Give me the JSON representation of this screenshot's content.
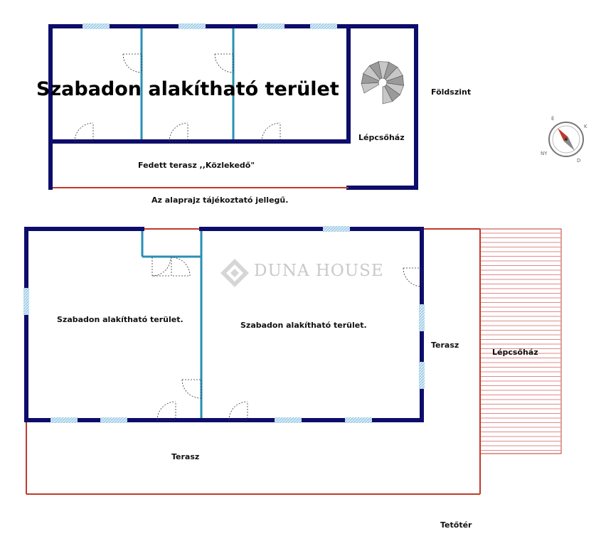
{
  "ground_floor": {
    "level_label": "Földszint",
    "overlay_title": "Szabadon alakítható terület",
    "covered_terrace_label": "Fedett terasz ,,Közlekedő\"",
    "stair_label": "Lépcsőház"
  },
  "note": "Az alaprajz tájékoztató jellegű.",
  "attic": {
    "level_label": "Tetőtér",
    "room_left_label": "Szabadon alakítható terület.",
    "room_right_label": "Szabadon alakítható terület.",
    "terrace_right_label": "Terasz",
    "terrace_bottom_label": "Terasz",
    "stair_label": "Lépcsőház"
  },
  "watermark": "DUNA HOUSE",
  "compass": {
    "n": "É",
    "e": "K",
    "s": "D",
    "w": "NY"
  },
  "colors": {
    "wall": "#0d0d6b",
    "partition": "#2a8fb5",
    "terrace_edge": "#c0392b",
    "window": "#a9cfe6",
    "hatch": "#e08a8a"
  }
}
